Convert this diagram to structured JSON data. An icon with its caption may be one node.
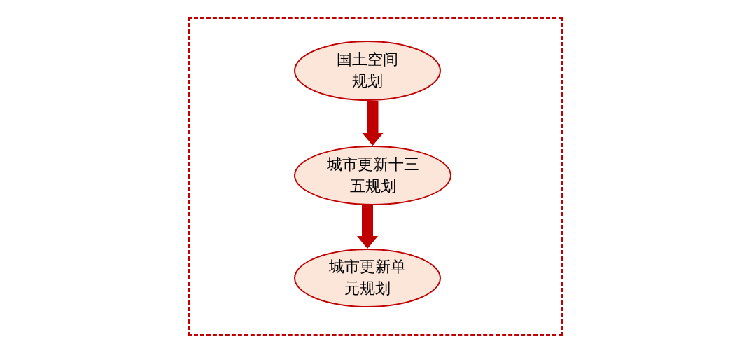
{
  "diagram": {
    "nodes": [
      {
        "text": [],
        "shape": "box"
      },
      {
        "text": [
          "国土空间规划"
        ],
        "in": 0
      },
      {
        "text": [
          "城市更新十三五规划"
        ],
        "in": 0
      },
      {
        "text": [
          "城市更新单元规划"
        ],
        "in": 0
      }
    ],
    "edges": [
      {
        "from": 1,
        "to": 2,
        "arrow": "to"
      },
      {
        "from": 2,
        "to": 3,
        "arrow": "to"
      }
    ]
  }
}
